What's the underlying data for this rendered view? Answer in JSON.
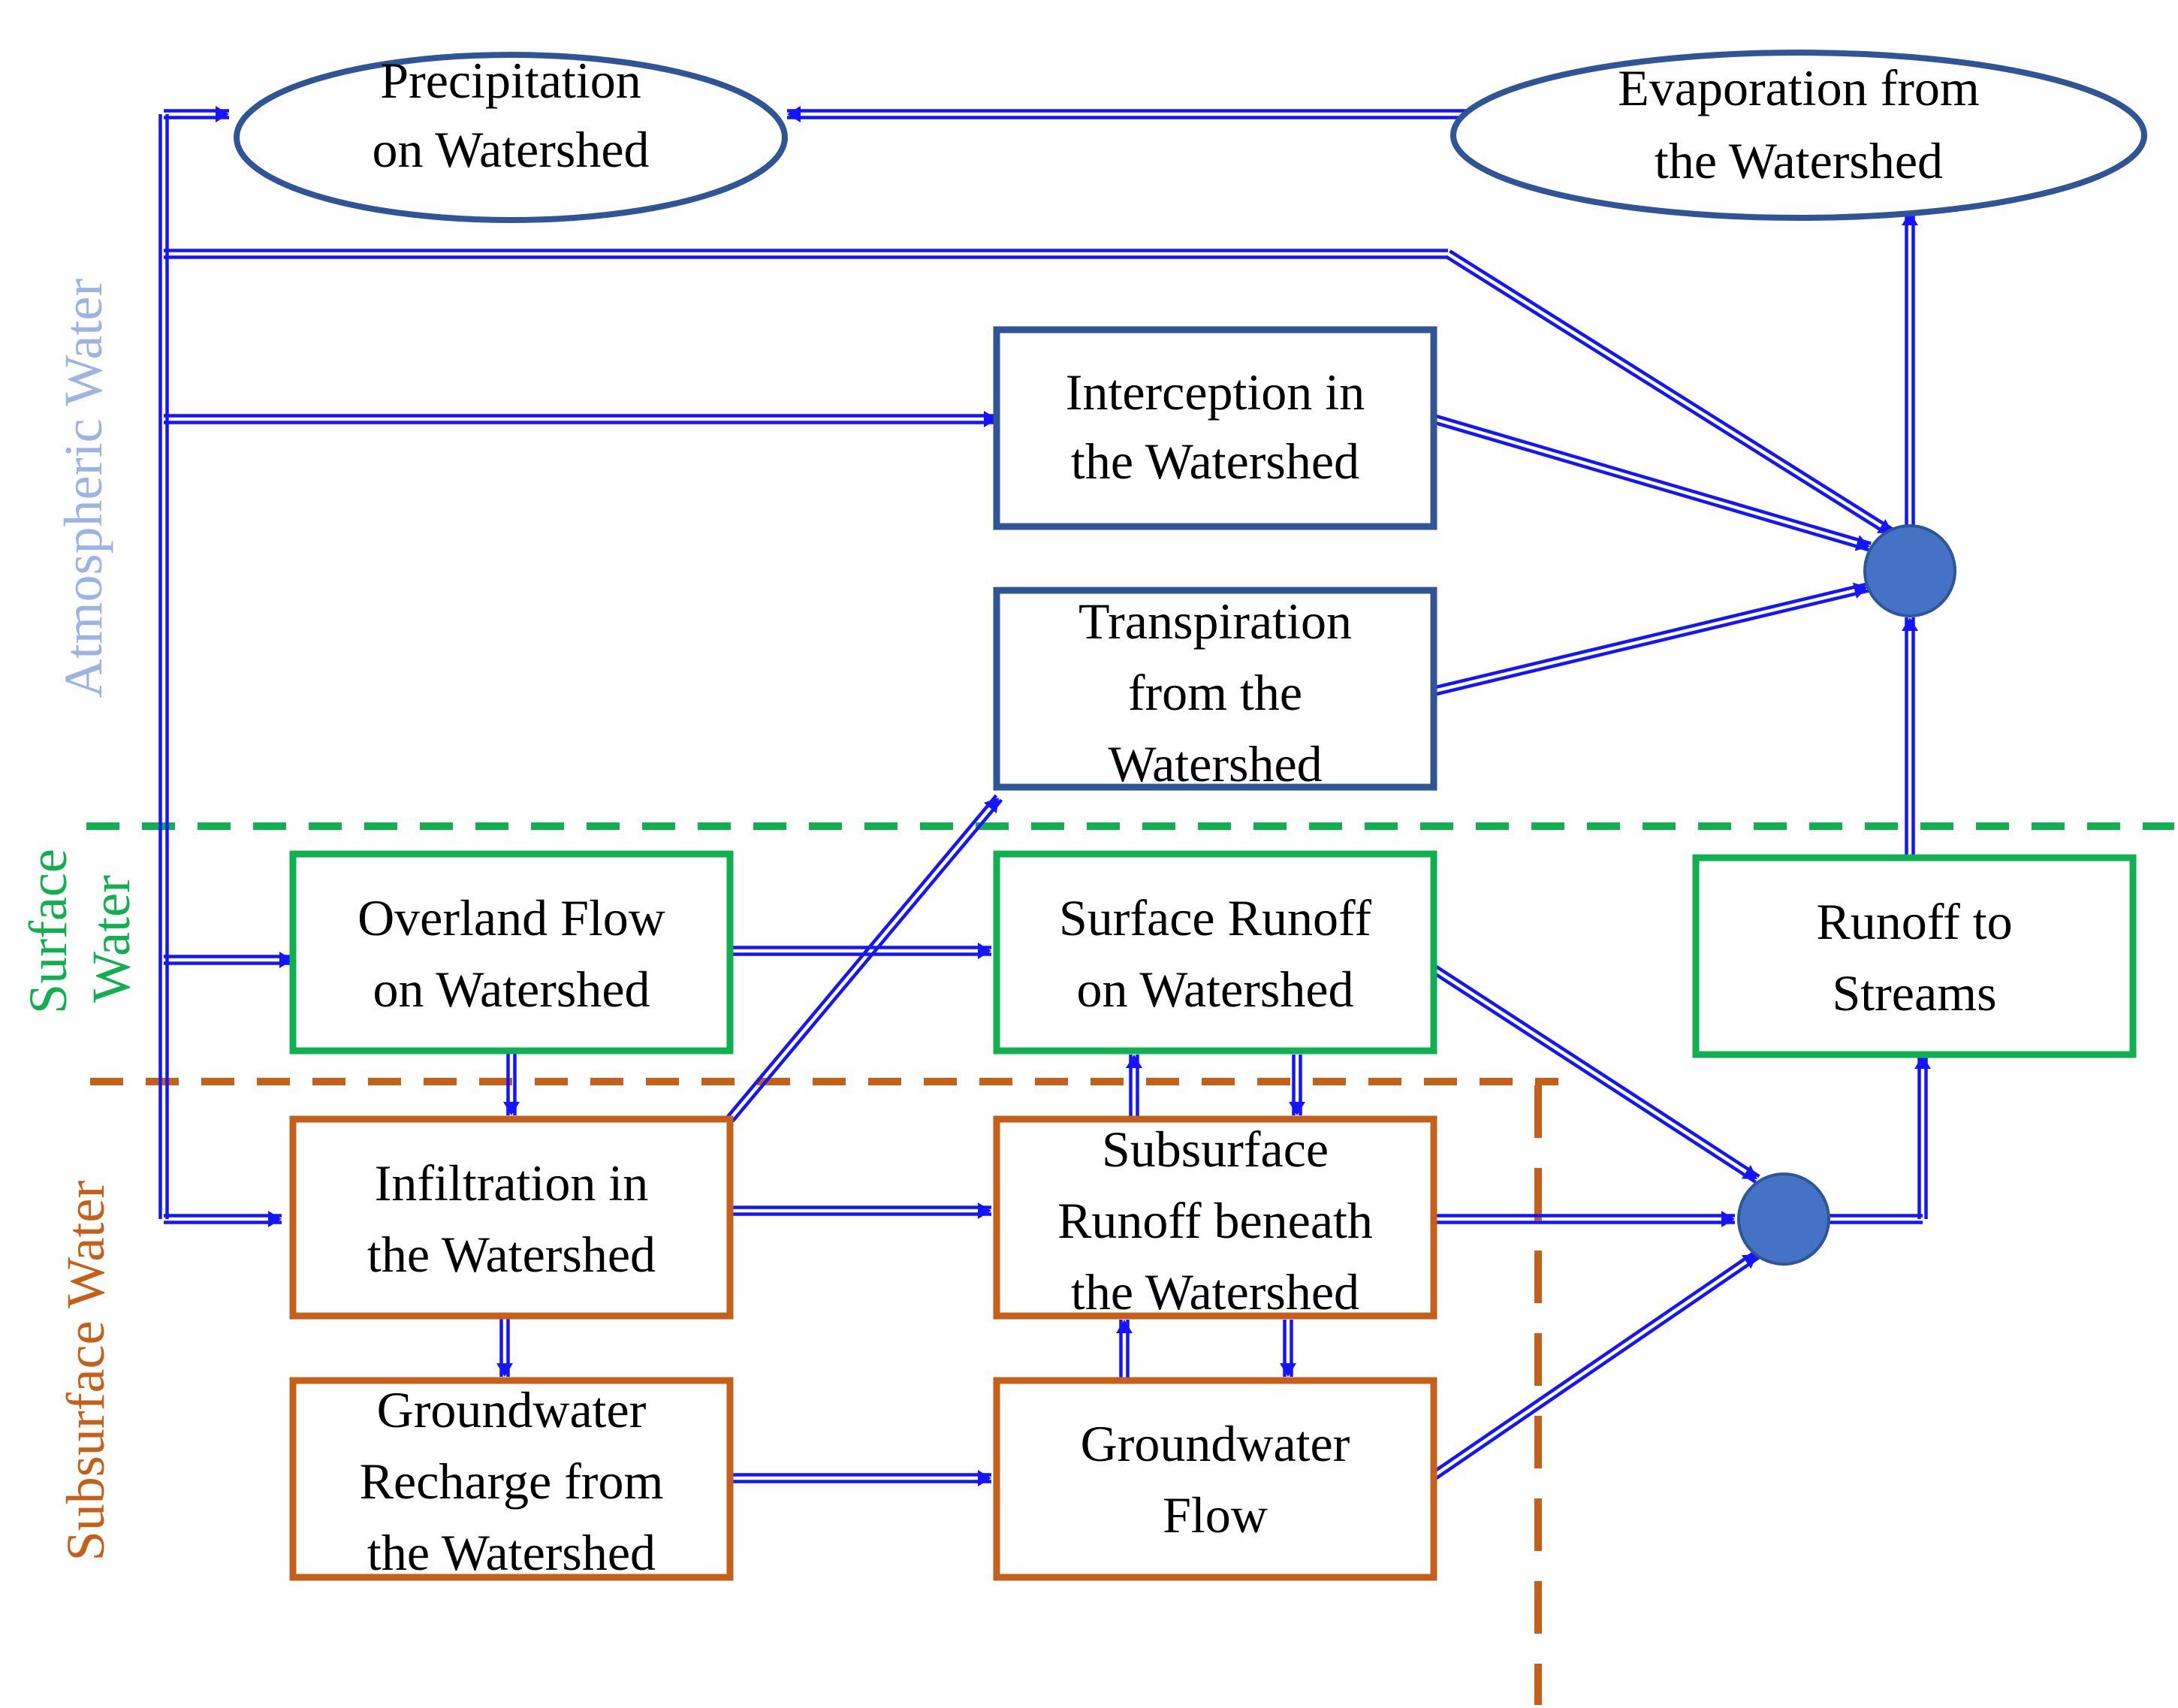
{
  "colors": {
    "arrow": "#1414FF",
    "atmospheric": "#9DB3E3",
    "surface": "#10B050",
    "subsurface": "#C65F1A",
    "atmospheric_box": "#2F5597",
    "junction": "#4472C4"
  },
  "zones": {
    "atmospheric": "Atmospheric Water",
    "surface_line1": "Surface",
    "surface_line2": "Water",
    "subsurface": "Subsurface Water"
  },
  "nodes": {
    "precipitation": [
      "Precipitation",
      "on Watershed"
    ],
    "evaporation": [
      "Evaporation from",
      "the Watershed"
    ],
    "interception": [
      "Interception in",
      "the Watershed"
    ],
    "transpiration": [
      "Transpiration",
      "from the",
      "Watershed"
    ],
    "overland_flow": [
      "Overland Flow",
      "on Watershed"
    ],
    "surface_runoff": [
      "Surface Runoff",
      "on Watershed"
    ],
    "runoff_streams": [
      "Runoff to",
      "Streams"
    ],
    "infiltration": [
      "Infiltration in",
      "the Watershed"
    ],
    "subsurface_runoff": [
      "Subsurface",
      "Runoff beneath",
      "the Watershed"
    ],
    "groundwater_recharge": [
      "Groundwater",
      "Recharge from",
      "the Watershed"
    ],
    "groundwater_flow": [
      "Groundwater",
      "Flow"
    ]
  }
}
